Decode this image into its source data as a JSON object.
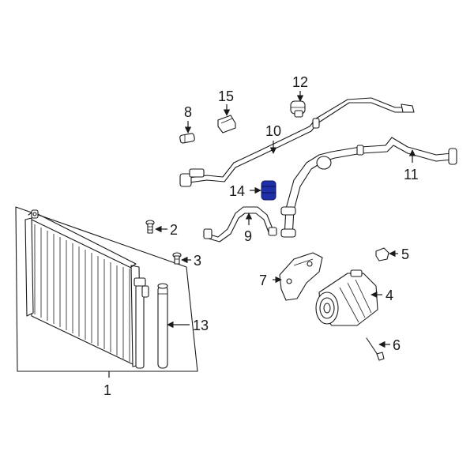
{
  "callouts": {
    "c1": "1",
    "c2": "2",
    "c3": "3",
    "c4": "4",
    "c5": "5",
    "c6": "6",
    "c7": "7",
    "c8": "8",
    "c9": "9",
    "c10": "10",
    "c11": "11",
    "c12": "12",
    "c13": "13",
    "c14": "14",
    "c15": "15"
  },
  "colors": {
    "line": "#1a1a1a",
    "highlight": "#1f2fa8",
    "background": "#ffffff"
  }
}
